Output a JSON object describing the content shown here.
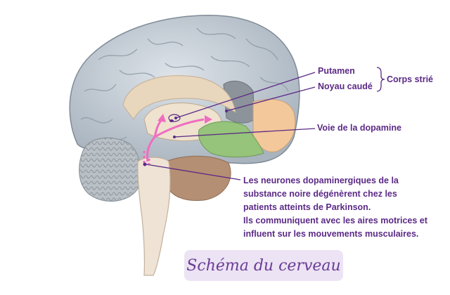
{
  "labels": {
    "putamen": "Putamen",
    "noyau_caude": "Noyau caudé",
    "corps_strie": "Corps strié",
    "voie_dopamine": "Voie de la dopamine",
    "description_lines": [
      "Les neurones dopaminergiques de la",
      "substance noire dégénèrent chez les",
      "patients atteints de Parkinson.",
      "Ils communiquent avec les aires motrices et",
      "influent sur les mouvements musculaires."
    ]
  },
  "title": "Schéma du cerveau",
  "colors": {
    "label_text": "#5b2a86",
    "leader_line": "#5b2a86",
    "dopamine_path": "#f06cc0",
    "cortex": "#b8c3cd",
    "frontal_region": "#f3c89a",
    "green_region": "#95c47a",
    "dark_region": "#8c939a",
    "brown_region": "#b58f73",
    "title_bg": "#ece3f4",
    "title_text": "#6a3d96"
  }
}
